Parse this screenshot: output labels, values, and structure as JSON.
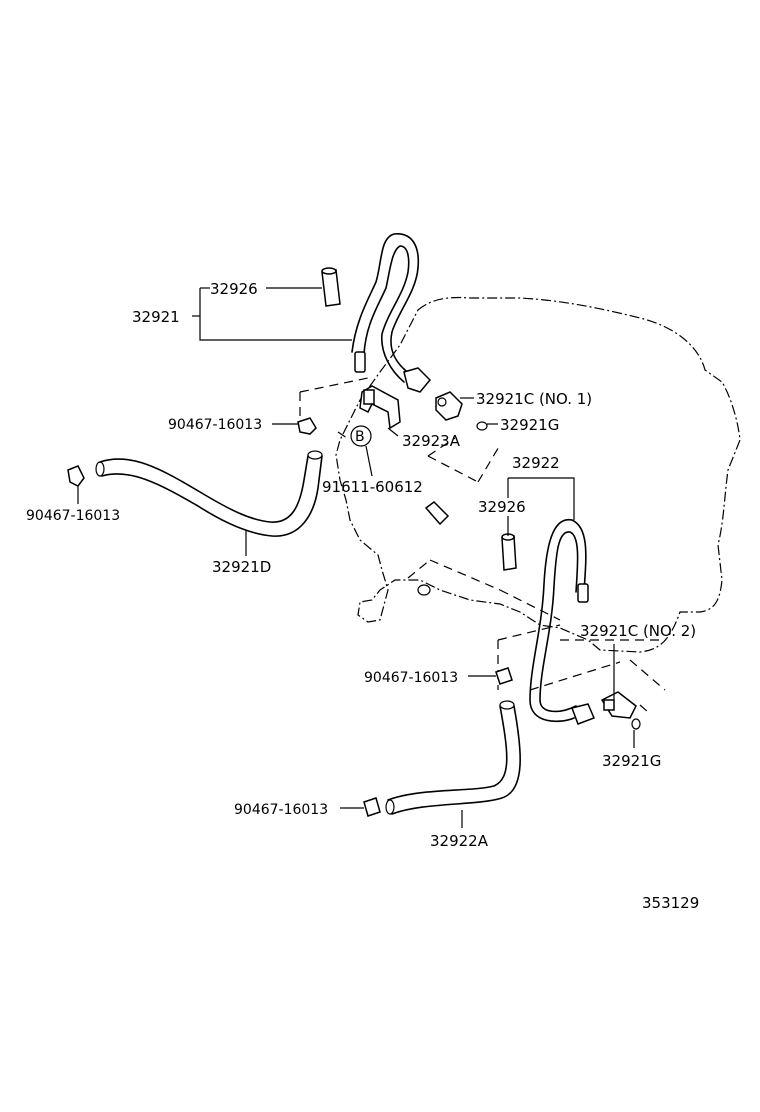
{
  "labels": {
    "p32926_top": "32926",
    "p32921": "32921",
    "p32921c_no1": "32921C (NO. 1)",
    "p90467_a": "90467-16013",
    "p32921g_top": "32921G",
    "p32923a": "32923A",
    "marker_b": "B",
    "p32922": "32922",
    "p91611": "91611-60612",
    "p90467_b": "90467-16013",
    "p32926_mid": "32926",
    "p32921d": "32921D",
    "p32921c_no2": "32921C (NO. 2)",
    "p90467_c": "90467-16013",
    "p32921g_bot": "32921G",
    "p90467_d": "90467-16013",
    "p32922a": "32922A",
    "diagram_id": "353129"
  }
}
